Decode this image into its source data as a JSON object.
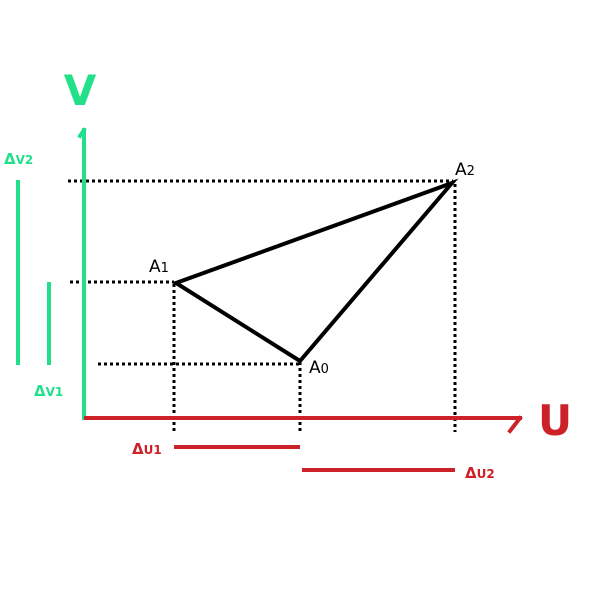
{
  "axes": {
    "u_label": "U",
    "v_label": "V"
  },
  "vertices": [
    {
      "name": "A",
      "sub": "0"
    },
    {
      "name": "A",
      "sub": "1"
    },
    {
      "name": "A",
      "sub": "2"
    }
  ],
  "deltas": {
    "u1": {
      "delta": "Δ",
      "sub": "U1"
    },
    "u2": {
      "delta": "Δ",
      "sub": "U2"
    },
    "v1": {
      "delta": "Δ",
      "sub": "V1"
    },
    "v2": {
      "delta": "Δ",
      "sub": "V2"
    }
  },
  "colors": {
    "u_axis": "#cc2128",
    "v_axis": "#22e08a",
    "triangle": "#000000",
    "guides": "#000000"
  }
}
